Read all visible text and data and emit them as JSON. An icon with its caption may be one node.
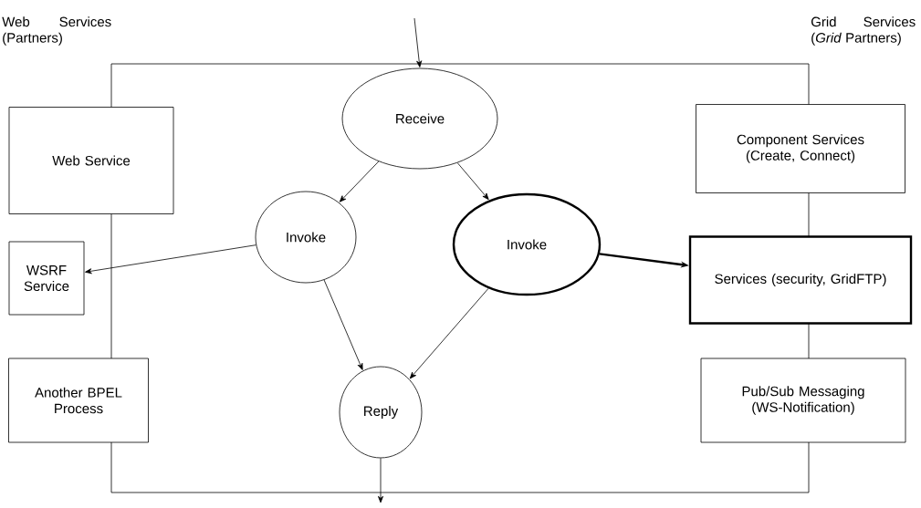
{
  "diagram": {
    "nodes": [
      {
        "text": [
          "Receive"
        ]
      },
      {
        "text": [
          "Invoke"
        ]
      },
      {
        "text": [
          "Invoke"
        ]
      },
      {
        "text": [
          "Reply"
        ]
      },
      {
        "text": [
          "Web Service"
        ]
      },
      {
        "text": [
          "WSRF Service"
        ]
      },
      {
        "text": [
          "Another BPEL Process"
        ]
      },
      {
        "text": [
          "Component Services (Create, Connect)"
        ]
      },
      {
        "text": [
          "Services (security, GridFTP)"
        ]
      },
      {
        "text": [
          "Pub/Sub Messaging (WS-Notification)"
        ]
      }
    ],
    "edges": [
      {
        "from": null,
        "to": 0,
        "arrow": "to"
      },
      {
        "from": 0,
        "to": 1,
        "arrow": "to"
      },
      {
        "from": 0,
        "to": 2,
        "arrow": "to"
      },
      {
        "from": 1,
        "to": 5,
        "arrow": "to"
      },
      {
        "from": 1,
        "to": 3,
        "arrow": "to"
      },
      {
        "from": 2,
        "to": 3,
        "arrow": "to"
      },
      {
        "from": 2,
        "to": 8,
        "arrow": "to",
        "style": "thick"
      },
      {
        "from": 3,
        "to": null,
        "arrow": "to"
      }
    ],
    "labels": [
      "Web Services (Partners)",
      "Grid Services (*Grid* Partners)"
    ]
  }
}
